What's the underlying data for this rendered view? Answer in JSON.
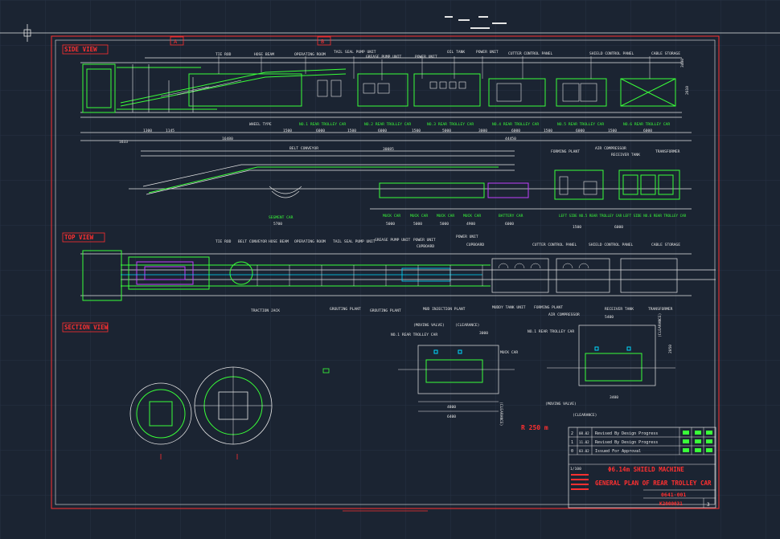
{
  "colors": {
    "background": "#1b2432",
    "grid": "#273244",
    "line": "#e6e6e6",
    "accent_green": "#39ff39",
    "accent_red": "#ff3030",
    "accent_cyan": "#00d8ff",
    "accent_magenta": "#c040ff"
  },
  "views": {
    "side": "SIDE VIEW",
    "top": "TOP VIEW",
    "section": "SECTION VIEW"
  },
  "side_labels": {
    "tie_rod": "TIE ROD",
    "hose_beam": "HOSE BEAM",
    "operating_room": "OPERATING ROOM",
    "tail_seal_pump_unit": "TAIL SEAL PUMP UNIT",
    "grease_pump_unit": "GREASE PUMP UNIT",
    "power_unit_1": "POWER UNIT",
    "oil_tank": "OIL TANK",
    "power_unit_2": "POWER UNIT",
    "cutter_control_panel": "CUTTER CONTROL PANEL",
    "shield_control_panel": "SHIELD CONTROL PANEL",
    "cable_storage": "CABLE STORAGE",
    "wheel_type": "WHEEL TYPE"
  },
  "side_cars": [
    "NO.1 REAR TROLLEY CAR",
    "NO.2 REAR TROLLEY CAR",
    "NO.3 REAR TROLLEY CAR",
    "NO.4 REAR TROLLEY CAR",
    "NO.5 REAR TROLLEY CAR",
    "NO.6 REAR TROLLEY CAR"
  ],
  "side_dims": [
    "1300",
    "1145",
    "1500",
    "6000",
    "1500",
    "6000",
    "1500",
    "5000",
    "3000",
    "6000",
    "1500",
    "6000",
    "1500",
    "6000"
  ],
  "side_totals": {
    "left": "16480",
    "right": "44450",
    "bottom": "1633",
    "height_1": "3400",
    "height_2": "2610"
  },
  "middle_labels": {
    "belt_conveyor": "BELT CONVEYOR",
    "forming_plant": "FORMING PLANT",
    "air_compressor": "AIR COMPRESSOR",
    "receiver_tank": "RECEIVER TANK",
    "transformer": "TRANSFORMER"
  },
  "middle_cars": [
    "SEGMENT CAR",
    "MUCK CAR",
    "MUCK CAR",
    "MUCK CAR",
    "MUCK CAR",
    "BATTERY CAR"
  ],
  "middle_right_cars": [
    "LEFT SIDE NO.5 REAR TROLLEY CAR",
    "LEFT SIDE NO.6 REAR TROLLEY CAR"
  ],
  "middle_dims": [
    "30085",
    "5700",
    "5000",
    "5000",
    "5000",
    "4900",
    "6000",
    "1500",
    "6000"
  ],
  "top_labels": {
    "tie_rod": "TIE ROD",
    "belt_conveyor": "BELT CONVEYOR",
    "hose_beam": "HOSE BEAM",
    "operating_room": "OPERATING ROOM",
    "tail_seal_pump_unit": "TAIL SEAL PUMP UNIT",
    "grease_pump_unit": "GREASE PUMP UNIT",
    "power_unit": "POWER UNIT",
    "cupboard": "CUPBOARD",
    "power_unit_2": "POWER UNIT",
    "cupboard_2": "CUPBOARD",
    "cutter_control_panel": "CUTTER CONTROL PANEL",
    "shield_control_panel": "SHIELD CONTROL PANEL",
    "cable_storage": "CABLE STORAGE",
    "traction_jack": "TRACTION JACK",
    "grouting_plant": "GROUTING PLANT",
    "grouting_plant_2": "GROUTING PLANT",
    "mud_injection_plant": "MUD INJECTION PLANT",
    "muddy_tank_unit": "MUDDY TANK UNIT",
    "forming_plant": "FORMING PLANT",
    "air_compressor": "AIR COMPRESSOR",
    "receiver_tank": "RECEIVER TANK",
    "transformer": "TRANSFORMER"
  },
  "section_labels": {
    "moving_valve_1": "(MOVING VALVE)",
    "clearance_1": "(CLEARANCE)",
    "rear_car_1": "NO.1 REAR TROLLEY CAR",
    "muck_car": "MUCK CAR",
    "clearance_2": "(CLEARANCE)",
    "rear_car_2": "NO.1 REAR TROLLEY CAR",
    "clearance_3": "(CLEARANCE)",
    "moving_valve_2": "(MOVING VALVE)",
    "clearance_4": "(CLEARANCE)",
    "dim_3000": "3000",
    "dim_4800": "4800",
    "dim_6400": "6400",
    "dim_5400": "5400",
    "dim_3400": "3400",
    "dim_2050": "2050"
  },
  "radius_label": "R 250 m",
  "title_block": {
    "rev_rows": [
      {
        "rev": "2",
        "date": "08.02",
        "desc": "Revised By Design Progress"
      },
      {
        "rev": "1",
        "date": "11.02",
        "desc": "Revised By Design Progress"
      },
      {
        "rev": "0",
        "date": "03.02",
        "desc": "Issued For Approval"
      }
    ],
    "scale": "1/100",
    "title_line_1": "Φ6.14m SHIELD MACHINE",
    "title_line_2": "GENERAL PLAN OF REAR TROLLEY CAR",
    "drawing_no": "0641-001",
    "doc_code": "K2000031",
    "sheet": "3"
  },
  "section_marks": [
    "A",
    "B"
  ]
}
